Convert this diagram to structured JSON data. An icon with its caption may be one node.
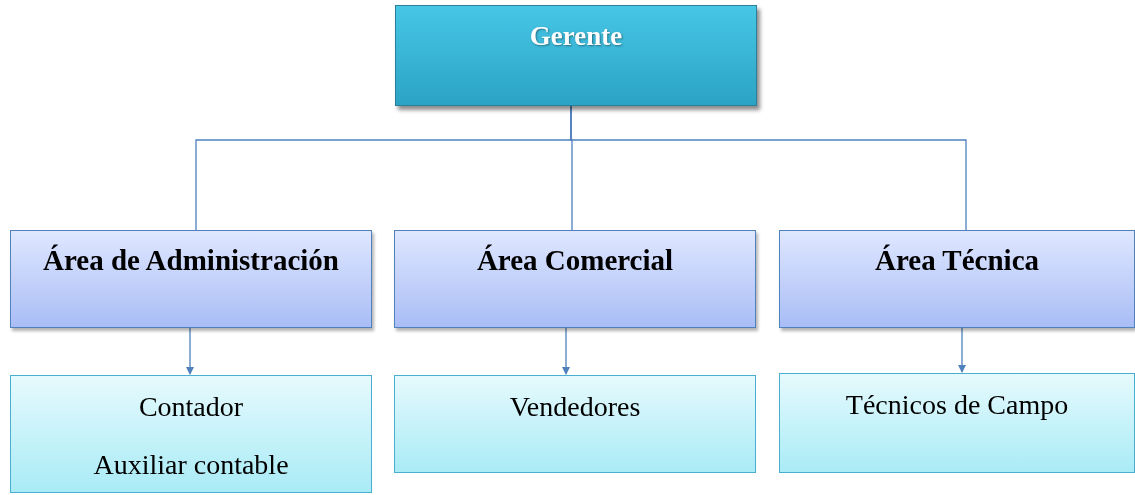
{
  "diagram": {
    "nodes": [
      {
        "text": [
          "Gerente"
        ]
      },
      {
        "text": [
          "Área de Administración"
        ]
      },
      {
        "text": [
          "Área Comercial"
        ]
      },
      {
        "text": [
          "Área Técnica"
        ]
      },
      {
        "text": [
          "Contador",
          "Auxiliar contable"
        ]
      },
      {
        "text": [
          "Vendedores"
        ]
      },
      {
        "text": [
          "Técnicos de Campo"
        ]
      }
    ],
    "edges": [
      {
        "from": 0,
        "to": 1,
        "arrow": "none"
      },
      {
        "from": 0,
        "to": 2,
        "arrow": "none"
      },
      {
        "from": 0,
        "to": 3,
        "arrow": "none"
      },
      {
        "from": 1,
        "to": 4,
        "arrow": "to"
      },
      {
        "from": 2,
        "to": 5,
        "arrow": "to"
      },
      {
        "from": 3,
        "to": 6,
        "arrow": "to"
      }
    ]
  }
}
